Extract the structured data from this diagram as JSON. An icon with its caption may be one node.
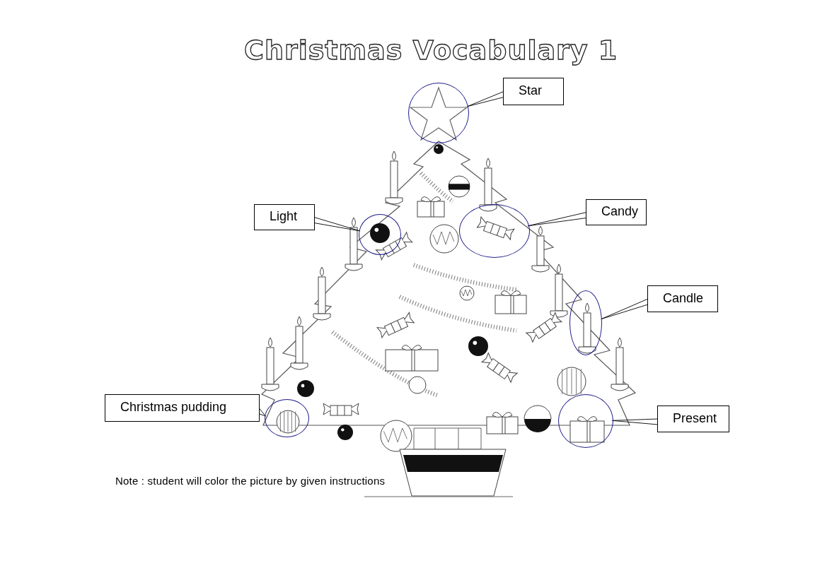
{
  "diagram": {
    "title": "Christmas Vocabulary 1",
    "nodes": [
      {
        "text": [
          "Star"
        ]
      },
      {
        "text": [],
        "shape": "circle"
      },
      {
        "text": [
          "Light"
        ]
      },
      {
        "text": [],
        "shape": "circle"
      },
      {
        "text": [
          "Candy"
        ]
      },
      {
        "text": [],
        "shape": "circle"
      },
      {
        "text": [
          "Candle"
        ]
      },
      {
        "text": [],
        "shape": "circle"
      },
      {
        "text": [
          "Christmas pudding"
        ]
      },
      {
        "text": [],
        "shape": "circle"
      },
      {
        "text": [
          "Present"
        ]
      },
      {
        "text": [],
        "shape": "circle"
      }
    ],
    "edges": [
      {
        "from": 0,
        "to": 1,
        "arrow": "none"
      },
      {
        "from": 2,
        "to": 3,
        "arrow": "none"
      },
      {
        "from": 4,
        "to": 5,
        "arrow": "none"
      },
      {
        "from": 6,
        "to": 7,
        "arrow": "none"
      },
      {
        "from": 8,
        "to": 9,
        "arrow": "none"
      },
      {
        "from": 10,
        "to": 11,
        "arrow": "none"
      }
    ],
    "labels": [
      "Note : student will color the picture by given instructions"
    ]
  }
}
